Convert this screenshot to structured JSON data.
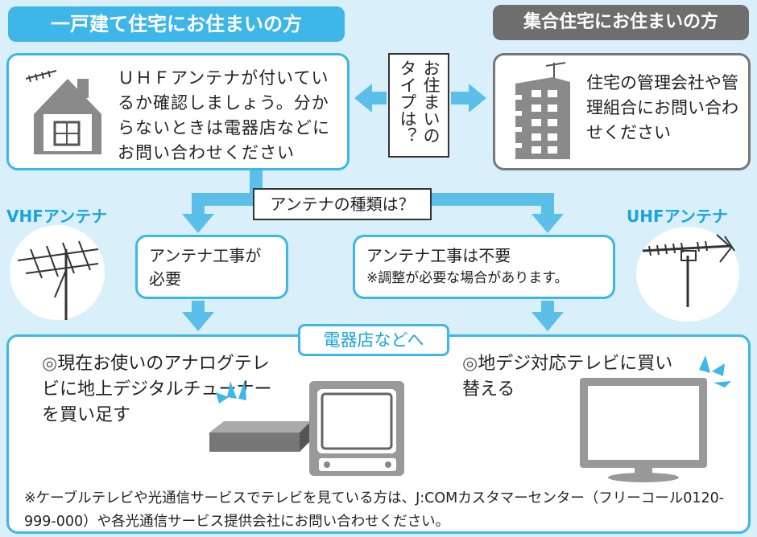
{
  "tabs": {
    "house": "一戸建て住宅にお住まいの方",
    "apartment": "集合住宅にお住まいの方"
  },
  "house_box": {
    "text": "ＵＨＦアンテナが付いているか確認しましょう。分からないときは電器店などにお問い合わせください"
  },
  "housing_type_question": "お住まいのタイプは？",
  "apartment_box": {
    "text": "住宅の管理会社や管理組合にお問い合わせください"
  },
  "antenna_question": "アンテナの種類は？",
  "vhf_label": "VHFアンテナ",
  "uhf_label": "UHFアンテナ",
  "work_needed": "アンテナ工事が必要",
  "work_not_needed": {
    "title": "アンテナ工事は不要",
    "note": "※調整が必要な場合があります。"
  },
  "store_tag": "電器店などへ",
  "option_left": {
    "bullet": "◎",
    "text": "現在お使いのアナログテレビに地上デジタルチューナーを買い足す"
  },
  "option_right": {
    "bullet": "◎",
    "text": "地デジ対応テレビに買い替える"
  },
  "footnote": "※ケーブルテレビや光通信サービスでテレビを見ている方は、J:COMカスタマーセンター（フリーコール0120-999-000）や各光通信サービス提供会社にお問い合わせください。",
  "colors": {
    "accent": "#3fb6e8",
    "background": "#d9f0fa",
    "gray_tab": "#6e6e6e"
  }
}
